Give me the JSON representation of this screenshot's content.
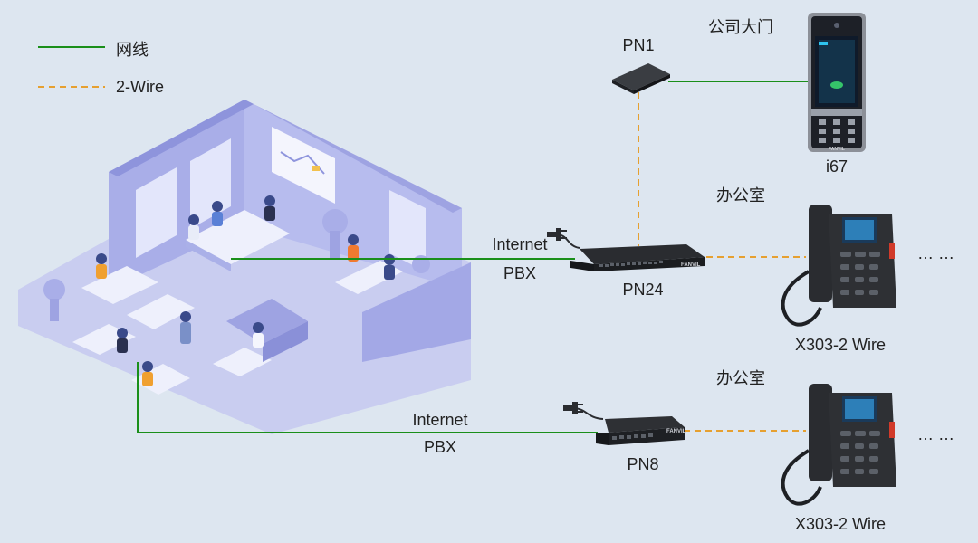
{
  "legend": {
    "lan_label": "网线",
    "wire_label": "2-Wire",
    "lan_color": "#1a8f1a",
    "wire_color": "#e6a030"
  },
  "devices": {
    "pn1": "PN1",
    "pn24": "PN24",
    "pn8": "PN8",
    "i67": "i67",
    "door_caption": "公司大门",
    "office1_caption": "办公室",
    "office2_caption": "办公室",
    "phone1": "X303-2 Wire",
    "phone2": "X303-2 Wire",
    "ellipsis1": "… …",
    "ellipsis2": "… …"
  },
  "links": {
    "top_internet": "Internet",
    "top_pbx": "PBX",
    "bottom_internet": "Internet",
    "bottom_pbx": "PBX"
  },
  "brand": "FANVIL"
}
